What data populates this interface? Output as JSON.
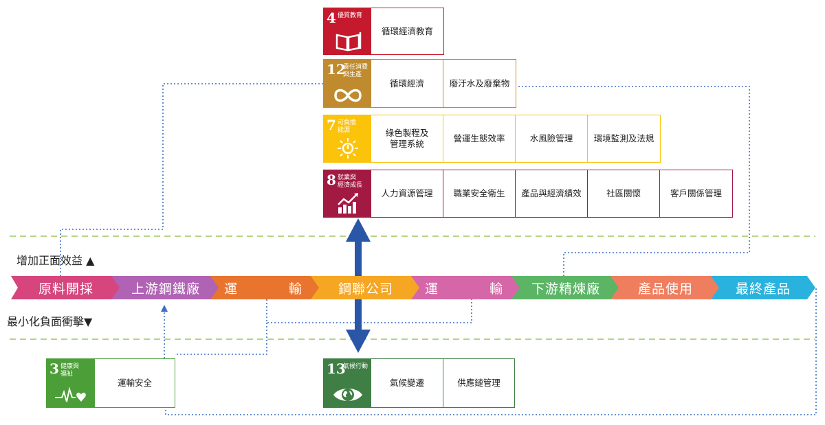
{
  "sdg": {
    "goal4": {
      "number": "4",
      "title": "優質教育",
      "color": "#C5192D",
      "items": [
        "循環經濟教育"
      ]
    },
    "goal12": {
      "number": "12",
      "title": "責任消費\n與生產",
      "color": "#BF8B2E",
      "items": [
        "循環經濟",
        "廢汙水及廢棄物"
      ]
    },
    "goal7": {
      "number": "7",
      "title": "可負擔\n能源",
      "color": "#FCC30B",
      "items": [
        "綠色製程及\n管理系統",
        "營運生態效率",
        "水風險管理",
        "環境監測及法規"
      ]
    },
    "goal8": {
      "number": "8",
      "title": "就業與\n經濟成長",
      "color": "#A21942",
      "items": [
        "人力資源管理",
        "職業安全衛生",
        "產品與經濟績效",
        "社區關懷",
        "客戶關係管理"
      ]
    },
    "goal3": {
      "number": "3",
      "title": "健康與\n福祉",
      "color": "#4C9F38",
      "items": [
        "運輸安全"
      ]
    },
    "goal13": {
      "number": "13",
      "title": "氣候行動",
      "color": "#3F7E44",
      "items": [
        "氣候變遷",
        "供應鏈管理"
      ]
    }
  },
  "labels": {
    "positive": "增加正面效益 ▲",
    "negative": "最小化負面衝擊▼"
  },
  "value_chain": [
    {
      "label": "原料開採",
      "color": "#D6457E"
    },
    {
      "label": "上游鋼鐵廠",
      "color": "#B062B4"
    },
    {
      "label_left": "運",
      "label_right": "輸",
      "color": "#E8742E"
    },
    {
      "label": "鋼聯公司",
      "color": "#F5A623"
    },
    {
      "label_left": "運",
      "label_right": "輸",
      "color": "#D566A8"
    },
    {
      "label": "下游精煉廠",
      "color": "#5BB565"
    },
    {
      "label": "產品使用",
      "color": "#EF7E5F"
    },
    {
      "label": "最終產品",
      "color": "#29B2DE"
    }
  ],
  "colors": {
    "dotted_line": "#3C6FC2",
    "big_arrow": "#2A56A8",
    "dash_line": "#9CC65C"
  }
}
